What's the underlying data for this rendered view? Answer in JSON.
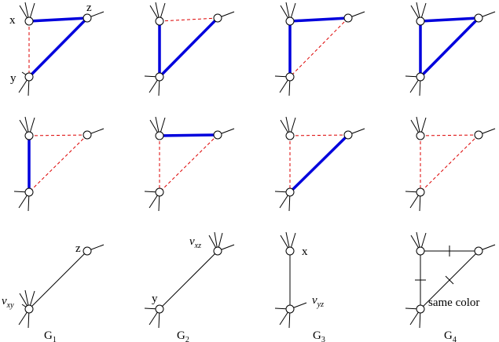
{
  "labels": {
    "x": "x",
    "y": "y",
    "z": "z",
    "g3_x": "x",
    "g2_y": "y",
    "g1_z": "z",
    "v_xy_base": "v",
    "v_xy_sub": "xy",
    "v_xz_base": "v",
    "v_xz_sub": "xz",
    "v_yz_base": "v",
    "v_yz_sub": "yz",
    "same_color": "same color"
  },
  "graph_labels": [
    {
      "base": "G",
      "sub": "1"
    },
    {
      "base": "G",
      "sub": "2"
    },
    {
      "base": "G",
      "sub": "3"
    },
    {
      "base": "G",
      "sub": "4"
    }
  ],
  "colors": {
    "blue": "#0000dd",
    "red": "#dd0000",
    "black": "#000000"
  }
}
